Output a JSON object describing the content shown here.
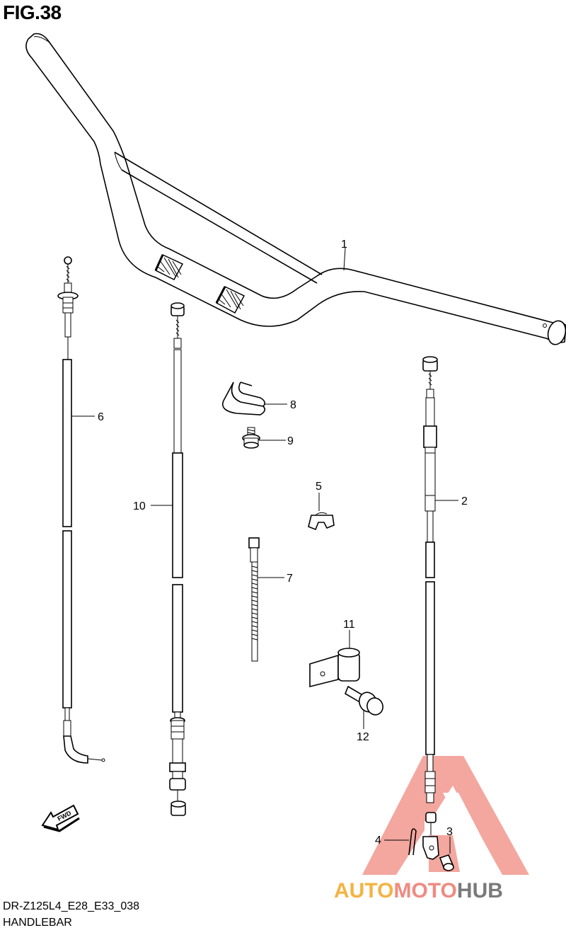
{
  "figure": {
    "title": "FIG.38",
    "model_code": "DR-Z125L4_E28_E33_038",
    "name": "HANDLEBAR"
  },
  "callouts": [
    {
      "id": "1",
      "label": "1"
    },
    {
      "id": "2",
      "label": "2"
    },
    {
      "id": "3",
      "label": "3"
    },
    {
      "id": "4",
      "label": "4"
    },
    {
      "id": "5",
      "label": "5"
    },
    {
      "id": "6",
      "label": "6"
    },
    {
      "id": "7",
      "label": "7"
    },
    {
      "id": "8",
      "label": "8"
    },
    {
      "id": "9",
      "label": "9"
    },
    {
      "id": "10",
      "label": "10"
    },
    {
      "id": "11",
      "label": "11"
    },
    {
      "id": "12",
      "label": "12"
    }
  ],
  "direction_marker": "FWD",
  "watermark": {
    "part1": "AUTO",
    "part2": "MOTO",
    "part3": "HUB",
    "color_part1": "#f5b342",
    "color_part2": "#f08a80",
    "color_part3": "#7a7a7a",
    "logo_color": "#f08a80"
  }
}
